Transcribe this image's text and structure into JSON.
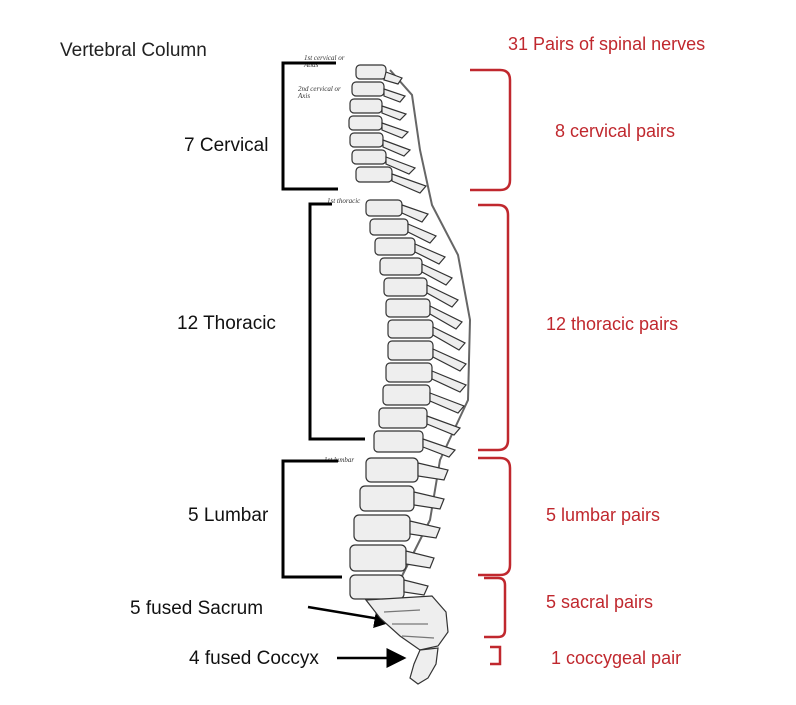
{
  "title": "Vertebral Column",
  "nerves_title": "31 Pairs of spinal nerves",
  "colors": {
    "vertebra_label": "#111111",
    "nerve_label": "#c0282e",
    "bracket_left": "#000000",
    "bracket_right": "#c0282e"
  },
  "vertebral_regions": [
    {
      "label": "7 Cervical"
    },
    {
      "label": "12 Thoracic"
    },
    {
      "label": "5 Lumbar"
    },
    {
      "label": "5 fused Sacrum"
    },
    {
      "label": "4 fused Coccyx"
    }
  ],
  "nerve_regions": [
    {
      "label": "8 cervical pairs"
    },
    {
      "label": "12 thoracic pairs"
    },
    {
      "label": "5 lumbar pairs"
    },
    {
      "label": "5 sacral pairs"
    },
    {
      "label": "1 coccygeal pair"
    }
  ],
  "spine_annotations": {
    "atlas": "1st cervical or Atlas",
    "axis": "2nd cervical or Axis",
    "first_thoracic": "1st thoracic",
    "first_lumbar": "1st lumbar"
  }
}
